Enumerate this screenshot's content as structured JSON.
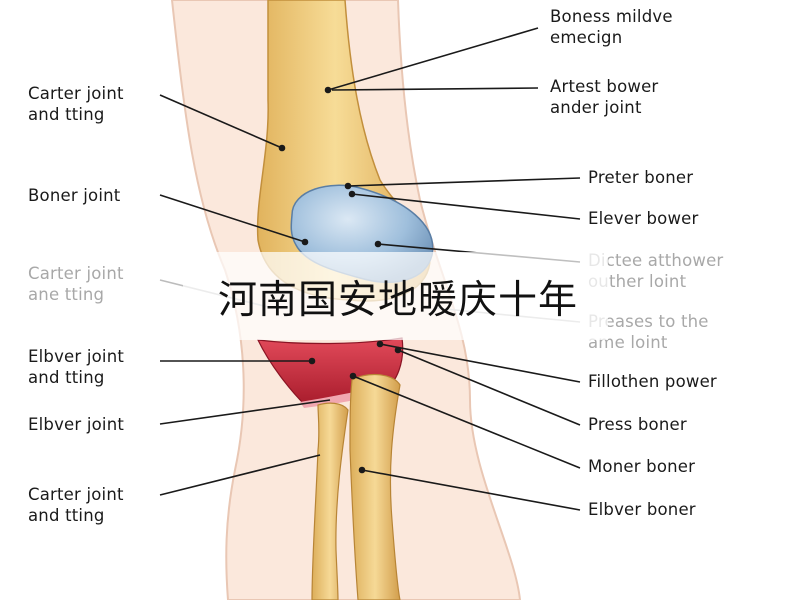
{
  "labels_left": [
    "Carter joint\nand tting",
    "Boner joint",
    "Carter joint\nane tting",
    "Elbver joint\nand tting",
    "Elbver joint",
    "Carter joint\nand tting"
  ],
  "labels_right": [
    "Boness mildve\nemecign",
    "Artest bower\nander joint",
    "Preter boner",
    "Elever bower",
    "Dictee atthower\nouther loint",
    "Preases to the\name loint",
    "Fillothen power",
    "Press boner",
    "Moner boner",
    "Elbver boner"
  ],
  "watermark": "河南国安地暖庆十年",
  "colors": {
    "skin": "#fbe8dc",
    "bone": "#f2cf7e",
    "kneecap": "#9fbfdc",
    "cartilage": "#c8283a",
    "text": "#1a1a1a",
    "faded_text": "#a8a8a8"
  }
}
